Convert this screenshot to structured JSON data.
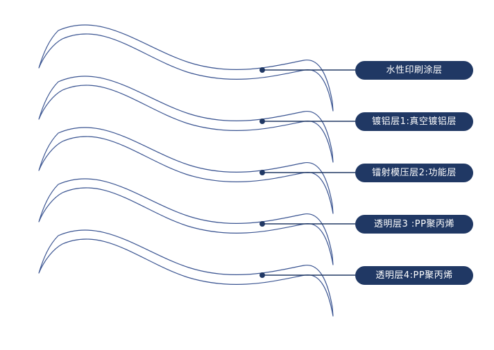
{
  "diagram": {
    "type": "layer-structure",
    "background_color": "#ffffff",
    "sheet_fill_color": "#ffffff",
    "sheet_outline_color": "#3a5491",
    "label_background_color": "#203864",
    "label_text_color": "#ffffff",
    "connector_color": "#203864",
    "labels": [
      {
        "text": "水性印刷涂层"
      },
      {
        "text": "镀铝层1:真空镀铝层"
      },
      {
        "text": "镭射模压层2:功能层"
      },
      {
        "text": "透明层3 :PP聚丙烯"
      },
      {
        "text": "透明层4:PP聚丙烯"
      }
    ]
  }
}
